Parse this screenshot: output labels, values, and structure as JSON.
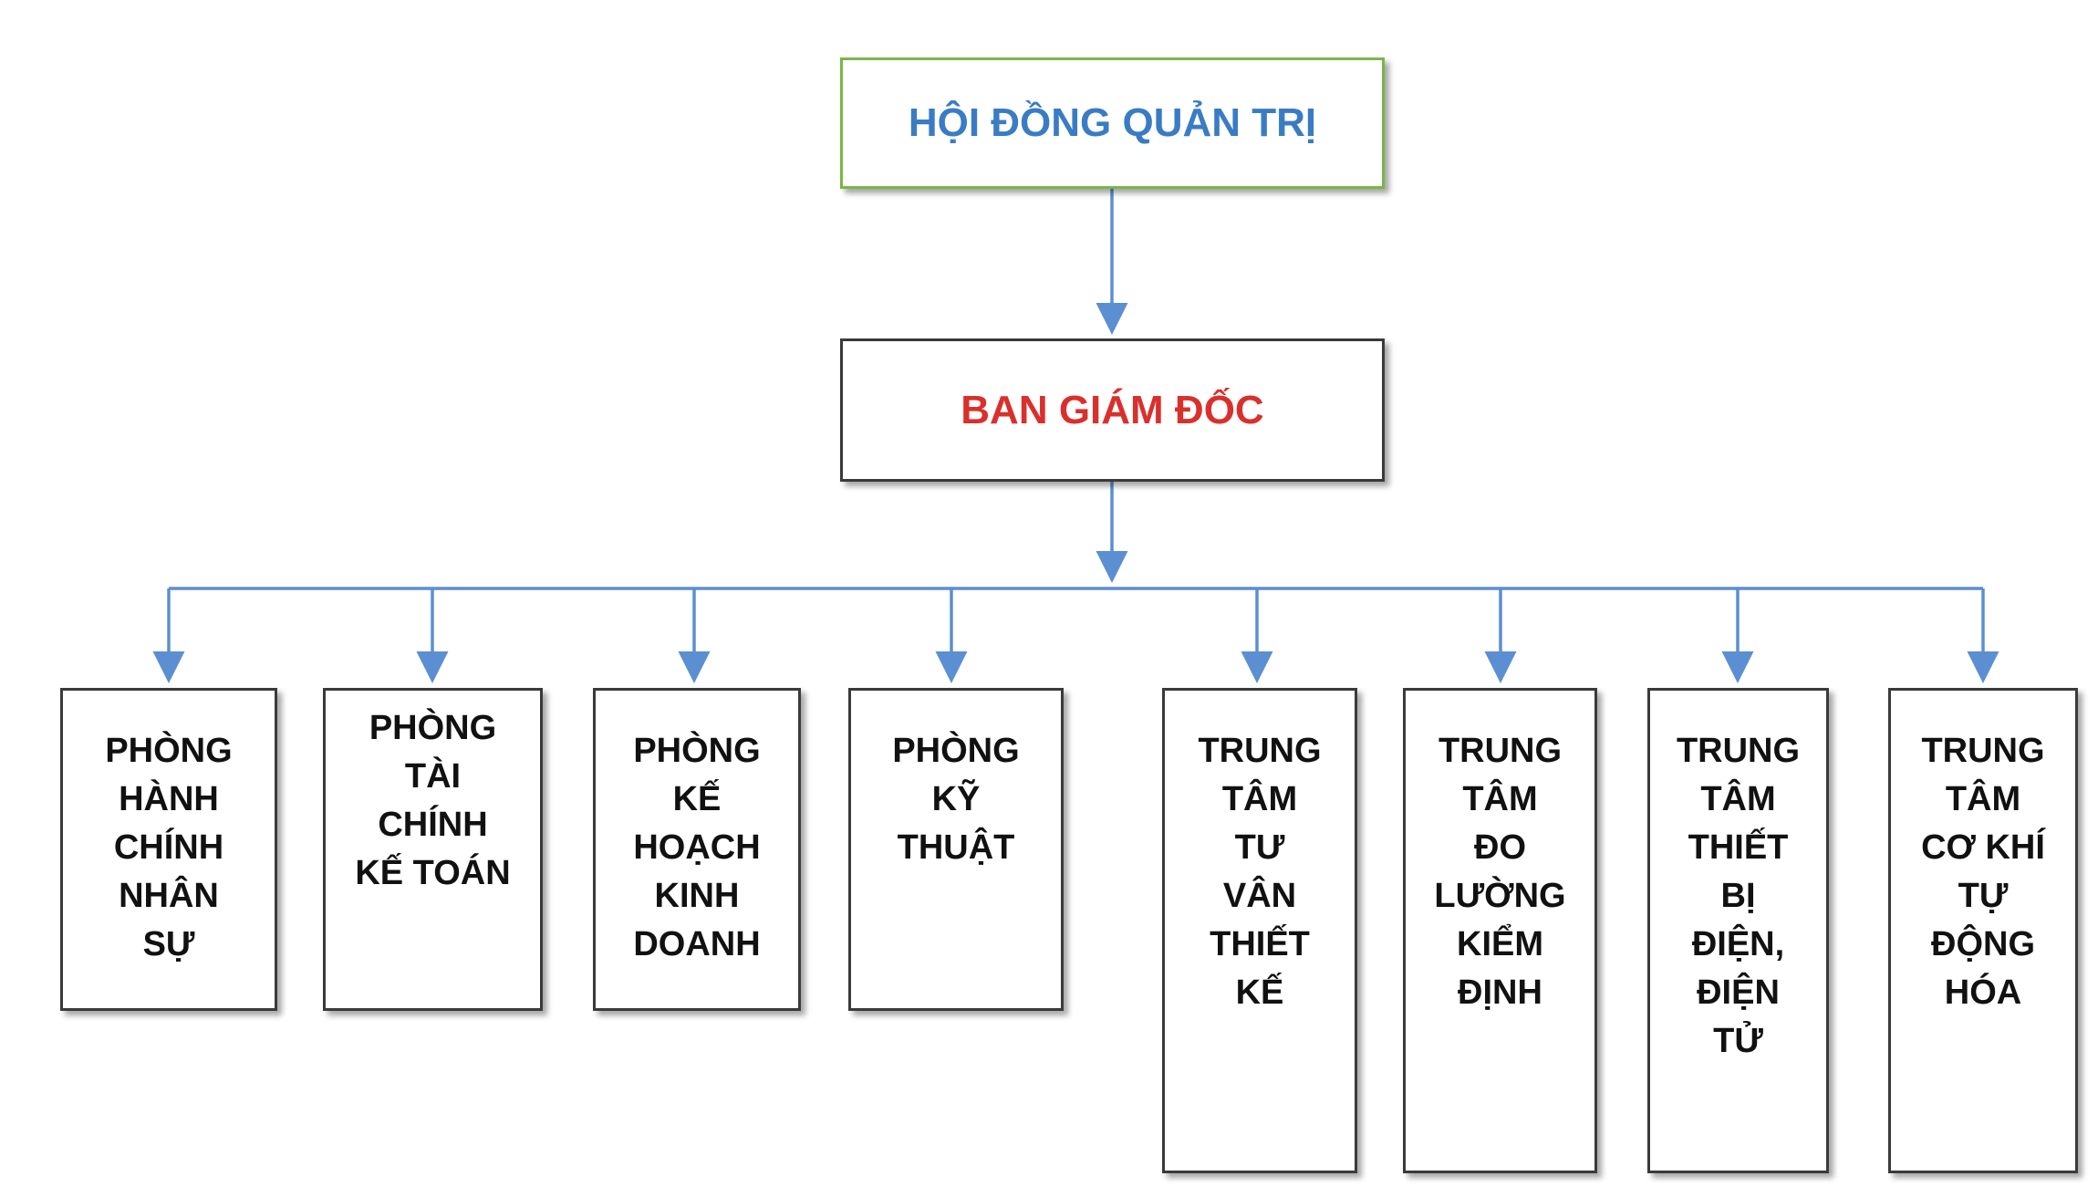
{
  "colors": {
    "connector": "#5b8fd1",
    "board_border": "#7ab648",
    "board_text": "#3a7cc4",
    "directors_text": "#d9302c",
    "dept_text": "#111111"
  },
  "board": {
    "label": "HỘI ĐỒNG QUẢN TRỊ"
  },
  "directors": {
    "label": "BAN GIÁM ĐỐC"
  },
  "departments": [
    {
      "lines": [
        "PHÒNG",
        "HÀNH",
        "CHÍNH",
        "NHÂN",
        "SỰ"
      ]
    },
    {
      "lines": [
        "PHÒNG",
        "TÀI",
        "CHÍNH",
        "KẾ TOÁN"
      ]
    },
    {
      "lines": [
        "PHÒNG",
        "KẾ",
        "HOẠCH",
        "KINH",
        "DOANH"
      ]
    },
    {
      "lines": [
        "PHÒNG",
        "KỸ",
        "THUẬT"
      ]
    },
    {
      "lines": [
        "TRUNG",
        "TÂM",
        "TƯ",
        "VÂN",
        "THIẾT",
        "KẾ"
      ]
    },
    {
      "lines": [
        "TRUNG",
        "TÂM",
        "ĐO",
        "LƯỜNG",
        "KIỂM",
        "ĐỊNH"
      ]
    },
    {
      "lines": [
        "TRUNG",
        "TÂM",
        "THIẾT",
        "BỊ",
        "ĐIỆN,",
        "ĐIỆN",
        "TỬ"
      ]
    },
    {
      "lines": [
        "TRUNG",
        "TÂM",
        "CƠ KHÍ",
        "TỰ",
        "ĐỘNG",
        "HÓA"
      ]
    }
  ]
}
